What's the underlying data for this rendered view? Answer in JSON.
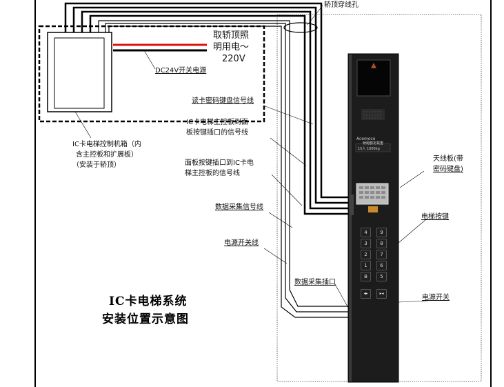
{
  "title": {
    "line1": "IC卡电梯系统",
    "line2": "安装位置示意图"
  },
  "labels": {
    "car_top_hole": "轿顶穿线孔",
    "lighting_power_l1": "取轿顶照",
    "lighting_power_l2": "明用电～",
    "lighting_power_l3": "220V",
    "dc24v": "DC24V开关电源",
    "card_reader_signal": "读卡密码键盘信号线",
    "main_to_panel_l1": "IC卡电梯主控板到面",
    "main_to_panel_l2": "板按键插口的信号线",
    "panel_to_main_l1": "面板按键插口到IC卡电",
    "panel_to_main_l2": "梯主控板的信号线",
    "data_collect_signal": "数据采集信号线",
    "power_switch_line": "电源开关线",
    "data_collect_socket": "数据采集插口",
    "controller_l1": "IC卡电梯控制机箱（内",
    "controller_l2": "含主控板和扩展板）",
    "controller_l3": "（安装于轿顶）",
    "antenna_l1": "天线板(带",
    "antenna_l2": "密码键盘)",
    "elevator_buttons": "电梯按键",
    "power_switch": "电源开关"
  },
  "panel": {
    "brand": "Acemoco",
    "caption": "轿厢额定载重",
    "capacity": "15人  1000kg",
    "keys": [
      "4",
      "9",
      "3",
      "8",
      "2",
      "7",
      "1",
      "6",
      "B",
      "5"
    ],
    "door_keys": [
      "◂▸",
      "▸◂"
    ]
  },
  "colors": {
    "wire": "#000000",
    "red_wire": "#e01010",
    "panel": "#1c1c1c"
  }
}
